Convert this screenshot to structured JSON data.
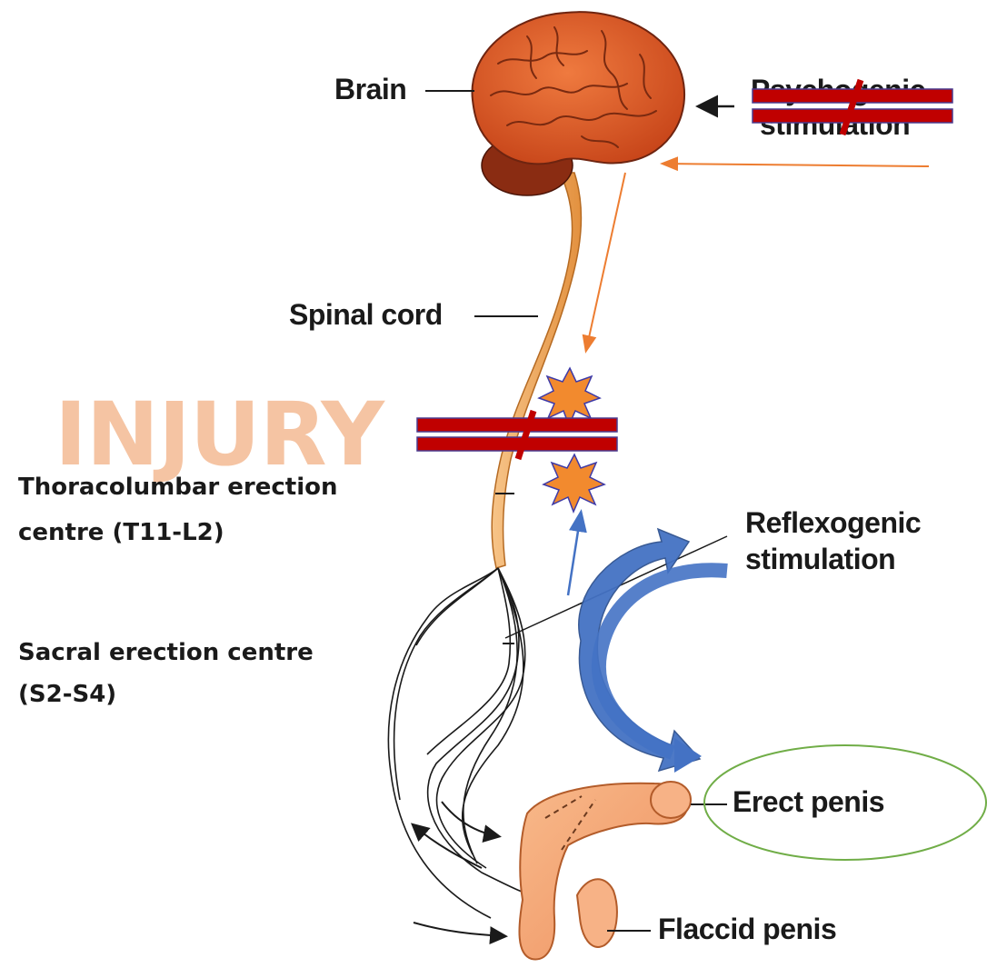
{
  "labels": {
    "brain": "Brain",
    "psychogenic_line1": "Psychogenic",
    "psychogenic_line2": "stimulation",
    "spinal_cord": "Spinal cord",
    "injury": "INJURY",
    "thoracolumbar_line1": "Thoracolumbar erection",
    "thoracolumbar_line2": "centre (T11-L2)",
    "reflexogenic_line1": "Reflexogenic",
    "reflexogenic_line2": "stimulation",
    "sacral_line1": "Sacral erection centre",
    "sacral_line2": "(S2-S4)",
    "erect_penis": "Erect penis",
    "flaccid_penis": "Flaccid penis"
  },
  "colors": {
    "brain": "#d9531e",
    "spinal_cord": "#f0a65a",
    "block_bar": "#c00000",
    "block_outline": "#4a3b8f",
    "burst": "#f28a2e",
    "orange_arrow": "#ed7d31",
    "blue_arrow": "#4472c4",
    "erect_ellipse": "#70ad47",
    "injury_text": "#f5c4a3",
    "penis": "#f4a577"
  }
}
